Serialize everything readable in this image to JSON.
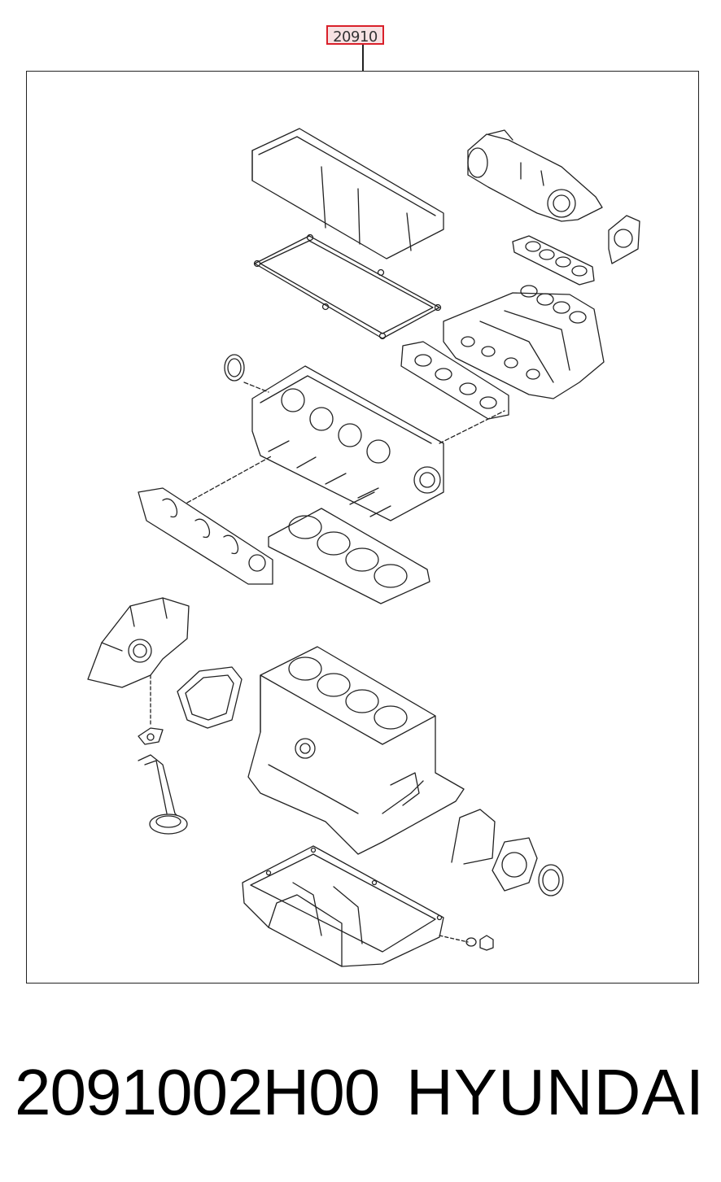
{
  "callout": {
    "label": "20910"
  },
  "footer": {
    "part_number": "2091002H00",
    "brand": "HYUNDAI"
  },
  "colors": {
    "callout_border": "#d9202a",
    "callout_fill": "#f7e2e3",
    "line": "#222222"
  },
  "diagram": {
    "parts": [
      "valve-cover",
      "valve-cover-gasket",
      "throttle-body",
      "throttle-gasket",
      "intake-manifold",
      "intake-manifold-gasket",
      "camshaft-seal",
      "cylinder-head",
      "exhaust-manifold-gasket",
      "head-gasket",
      "oil-pump",
      "oil-pump-gasket",
      "oil-strainer",
      "strainer-gasket",
      "engine-block",
      "rear-seal-housing",
      "rear-main-seal",
      "timing-cover-gasket",
      "oil-pan",
      "drain-plug",
      "drain-washer"
    ]
  }
}
